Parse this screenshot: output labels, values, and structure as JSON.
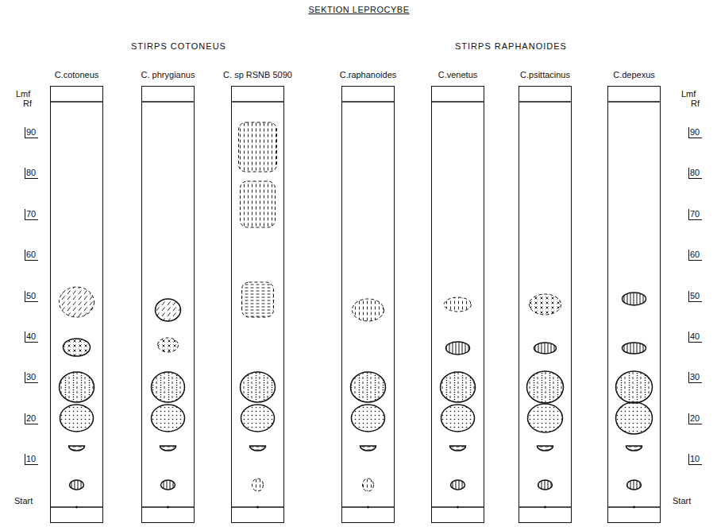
{
  "diagram": {
    "title": "SEKTION LEPROCYBE",
    "nodes": [
      {
        "text": [
          "C.cotoneus"
        ]
      },
      {
        "text": [
          "C. phrygianus"
        ]
      },
      {
        "text": [
          "C. sp RSNB 5090"
        ]
      },
      {
        "text": [
          "C.raphanoides"
        ]
      },
      {
        "text": [
          "C.venetus"
        ]
      },
      {
        "text": [
          "C.psittacinus"
        ]
      },
      {
        "text": [
          "C.depexus"
        ]
      }
    ],
    "labels": [
      "STIRPS COTONEUS",
      "STIRPS RAPHANOIDES",
      "Lmf",
      "Rf",
      "90",
      "80",
      "70",
      "60",
      "50",
      "40",
      "30",
      "20",
      "10",
      "Start",
      "Lmf",
      "Rf",
      "90",
      "80",
      "70",
      "60",
      "50",
      "40",
      "30",
      "20",
      "10",
      "Start"
    ]
  }
}
